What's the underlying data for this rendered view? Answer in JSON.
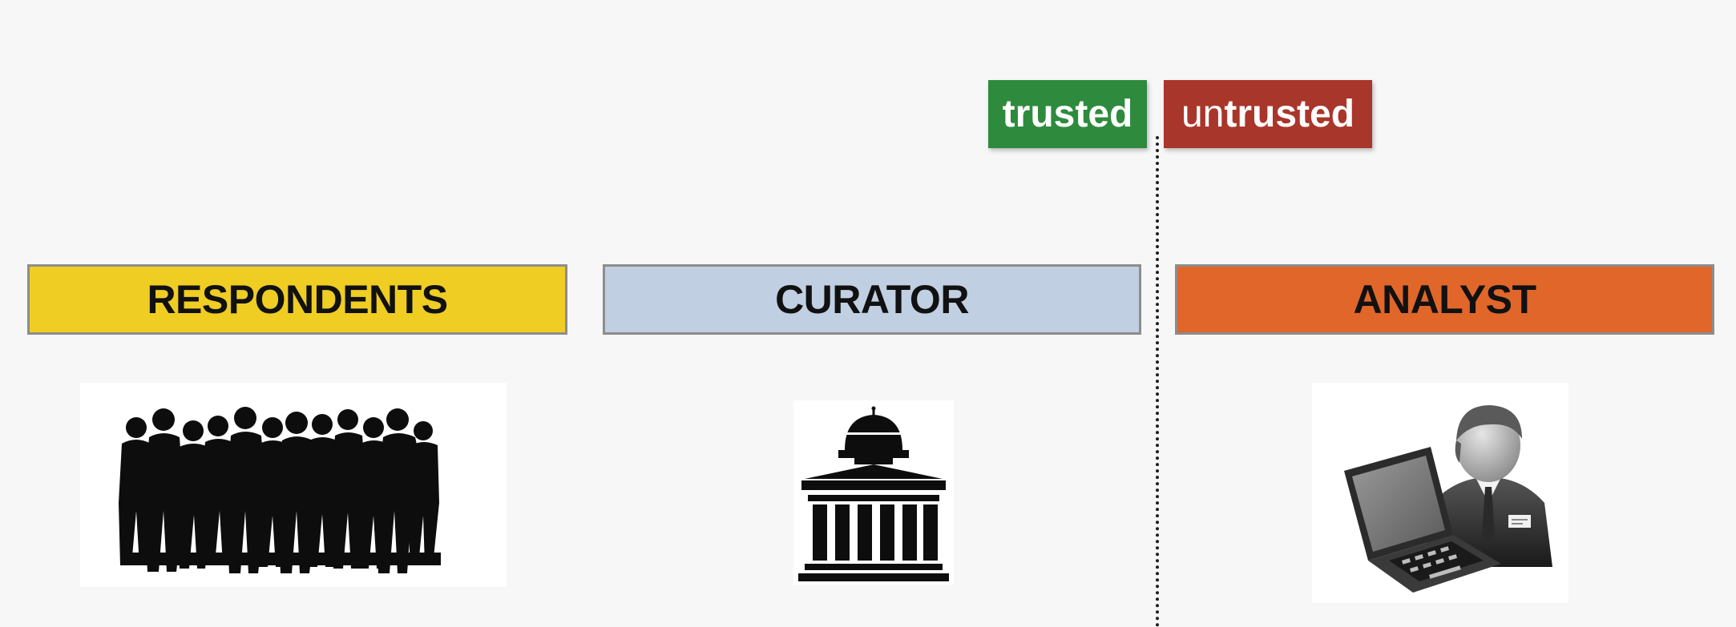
{
  "tags": {
    "trusted": "trusted",
    "untrusted_prefix": "un",
    "untrusted_suffix": "trusted"
  },
  "roles": {
    "respondents": "RESPONDENTS",
    "curator": "CURATOR",
    "analyst": "ANALYST"
  },
  "icons": {
    "respondents": "crowd-silhouette-icon",
    "curator": "institution-building-icon",
    "analyst": "analyst-with-laptop-icon"
  },
  "colors": {
    "trusted": "#2e8b3d",
    "untrusted": "#a9362a",
    "respondents": "#efcd22",
    "curator": "#c0cfe1",
    "analyst": "#e0662a"
  }
}
